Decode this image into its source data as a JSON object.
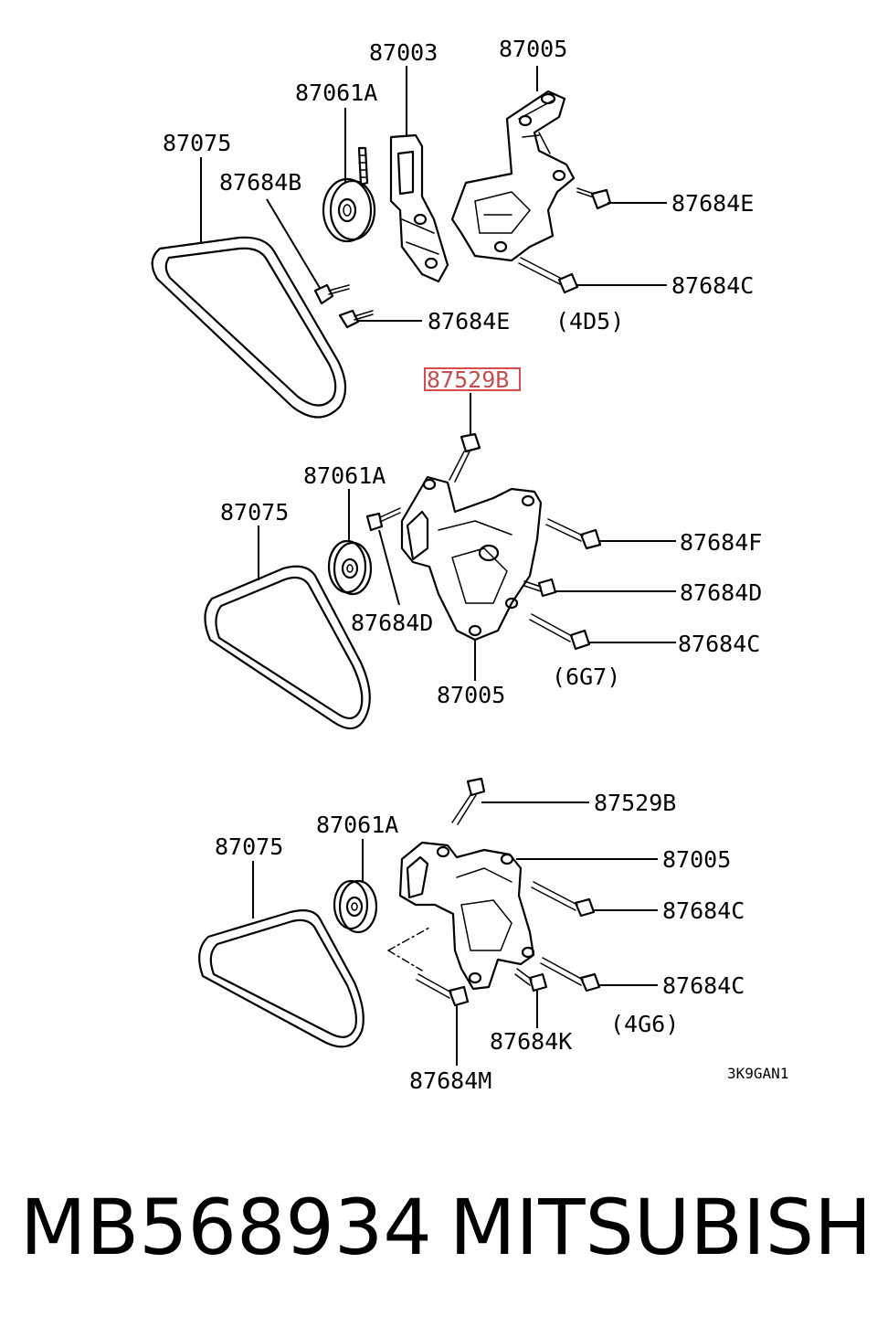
{
  "sections": [
    {
      "engine_code": "(4D5)",
      "labels": {
        "belt": "87075",
        "idler_pulley": "87061A",
        "tensioner_arm": "87003",
        "bracket": "87005",
        "bolt_b": "87684B",
        "bolt_e_right": "87684E",
        "bolt_c": "87684C",
        "bolt_e_bottom": "87684E"
      }
    },
    {
      "engine_code": "(6G7)",
      "labels": {
        "highlighted_bolt": "87529B",
        "belt": "87075",
        "idler_pulley": "87061A",
        "bolt_f": "87684F",
        "bolt_d_right": "87684D",
        "bolt_d_left": "87684D",
        "bolt_c": "87684C",
        "bracket": "87005"
      }
    },
    {
      "engine_code": "(4G6)",
      "labels": {
        "bolt_529b": "87529B",
        "belt": "87075",
        "idler_pulley": "87061A",
        "bracket": "87005",
        "bolt_c_upper": "87684C",
        "bolt_c_lower": "87684C",
        "bolt_k": "87684K",
        "bolt_m": "87684M"
      }
    }
  ],
  "drawing_code": "3K9GAN1",
  "highlight": {
    "label": "87529B",
    "color": "#d94a4a"
  },
  "footer": {
    "part_number": "MB568934",
    "brand": "MITSUBISHI"
  }
}
